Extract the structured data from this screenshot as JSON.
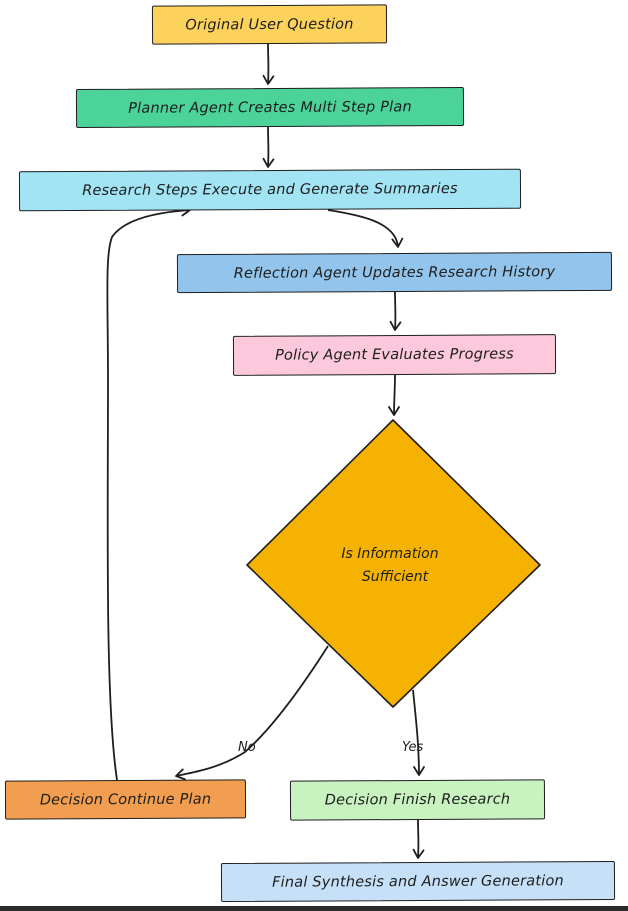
{
  "nodes": {
    "original_question": {
      "label": "Original User Question",
      "color": "#fcd15c"
    },
    "planner": {
      "label": "Planner Agent Creates Multi Step Plan",
      "color": "#4cd39a"
    },
    "research_steps": {
      "label": "Research Steps Execute and Generate Summaries",
      "color": "#a2e4f4"
    },
    "reflection": {
      "label": "Reflection Agent Updates Research History",
      "color": "#93c5ec"
    },
    "policy": {
      "label": "Policy Agent Evaluates Progress",
      "color": "#fcc8dc"
    },
    "decision_diamond": {
      "line1": "Is Information",
      "line2": "Sufficient",
      "color": "#f6b200"
    },
    "continue_plan": {
      "label": "Decision Continue Plan",
      "color": "#f29e50"
    },
    "finish_research": {
      "label": "Decision Finish Research",
      "color": "#c8f2c0"
    },
    "final_synthesis": {
      "label": "Final Synthesis and Answer Generation",
      "color": "#c6e0f8"
    }
  },
  "edges": {
    "no_label": "No",
    "yes_label": "Yes"
  },
  "colors": {
    "stroke": "#1e1e1e"
  }
}
